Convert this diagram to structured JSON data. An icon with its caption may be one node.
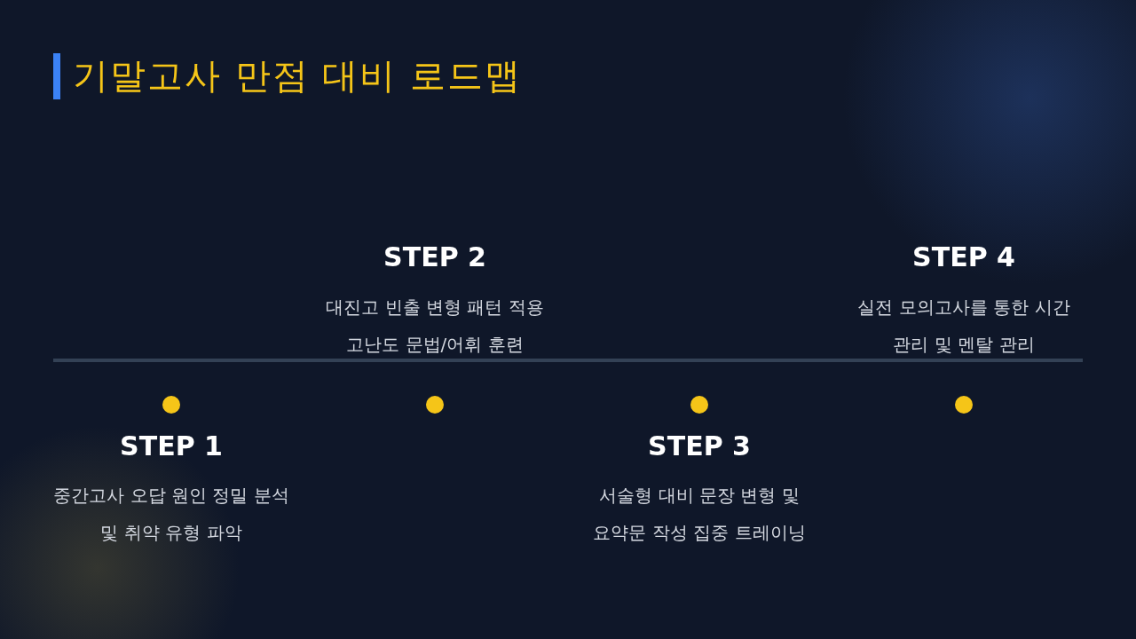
{
  "diagram": {
    "title": "기말고사 만점 대비 로드맵",
    "labels": [
      "STEP 1",
      "중간고사 오답 원인 정밀 분석 및 취약 유형 파악",
      "STEP 2",
      "대진고 빈출 변형 패턴 적용 고난도 문법/어휘 훈련",
      "STEP 3",
      "서술형 대비 문장 변형 및 요약문 작성 집중 트레이닝",
      "STEP 4",
      "실전 모의고사를 통한 시간 관리 및 멘탈 관리"
    ]
  }
}
